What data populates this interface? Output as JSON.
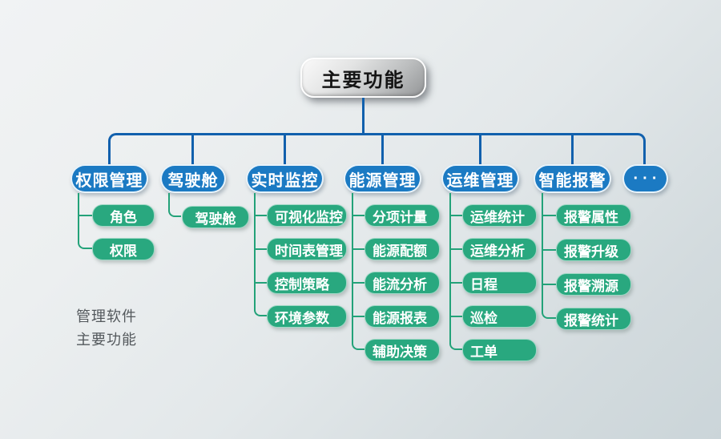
{
  "root": {
    "label": "主要功能"
  },
  "caption": [
    "管理软件",
    "主要功能"
  ],
  "branches": [
    {
      "label": "权限管理",
      "children": [
        "角色",
        "权限"
      ]
    },
    {
      "label": "驾驶舱",
      "children": [
        "驾驶舱"
      ]
    },
    {
      "label": "实时监控",
      "children": [
        "可视化监控",
        "时间表管理",
        "控制策略",
        "环境参数"
      ]
    },
    {
      "label": "能源管理",
      "children": [
        "分项计量",
        "能源配额",
        "能流分析",
        "能源报表",
        "辅助决策"
      ]
    },
    {
      "label": "运维管理",
      "children": [
        "运维统计",
        "运维分析",
        "日程",
        "巡检",
        "工单"
      ]
    },
    {
      "label": "智能报警",
      "children": [
        "报警属性",
        "报警升级",
        "报警溯源",
        "报警统计"
      ]
    },
    {
      "label": "···",
      "children": []
    }
  ],
  "colors": {
    "branch_blue": "#1b7ac3",
    "child_green": "#29a87f",
    "line_blue": "#1160ad",
    "line_green": "#23a279",
    "root_text": "#141414",
    "caption_grey": "#53585c"
  }
}
